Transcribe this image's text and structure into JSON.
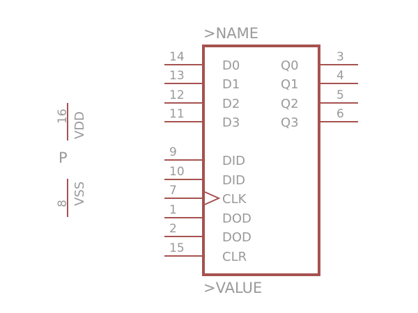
{
  "colors": {
    "wire": "#a5524f",
    "text": "#999999"
  },
  "part": {
    "name_label": ">NAME",
    "value_label": ">VALUE"
  },
  "power": {
    "prefix": "P",
    "supply": [
      {
        "pin": "16",
        "net": "VDD"
      },
      {
        "pin": "8",
        "net": "VSS"
      }
    ]
  },
  "pins_left": [
    {
      "num": "14",
      "name": "D0"
    },
    {
      "num": "13",
      "name": "D1"
    },
    {
      "num": "12",
      "name": "D2"
    },
    {
      "num": "11",
      "name": "D3"
    },
    {
      "num": "9",
      "name": "DID"
    },
    {
      "num": "10",
      "name": "DID"
    },
    {
      "num": "7",
      "name": "CLK",
      "clock": true
    },
    {
      "num": "1",
      "name": "DOD"
    },
    {
      "num": "2",
      "name": "DOD"
    },
    {
      "num": "15",
      "name": "CLR"
    }
  ],
  "pins_right": [
    {
      "num": "3",
      "name": "Q0"
    },
    {
      "num": "4",
      "name": "Q1"
    },
    {
      "num": "5",
      "name": "Q2"
    },
    {
      "num": "6",
      "name": "Q3"
    }
  ]
}
